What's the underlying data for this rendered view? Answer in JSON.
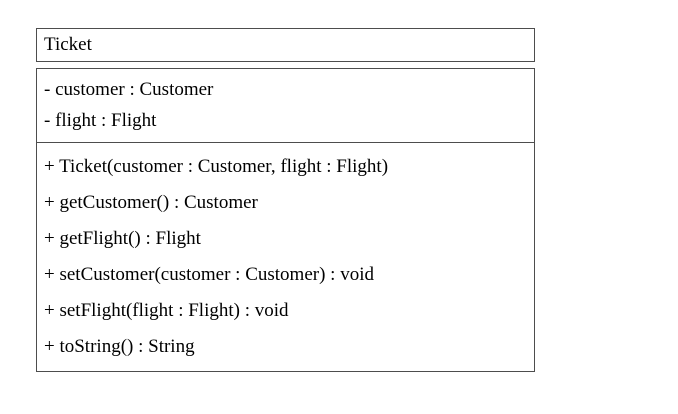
{
  "uml": {
    "class_name": "Ticket",
    "attributes": [
      "- customer : Customer",
      "- flight : Flight"
    ],
    "methods": [
      "+ Ticket(customer : Customer, flight : Flight)",
      "+ getCustomer() : Customer",
      "+ getFlight() : Flight",
      "+ setCustomer(customer : Customer) : void",
      "+ setFlight(flight : Flight) : void",
      "+ toString() : String"
    ],
    "colors": {
      "border": "#4d4d4d",
      "text": "#000000",
      "background": "#ffffff"
    }
  }
}
